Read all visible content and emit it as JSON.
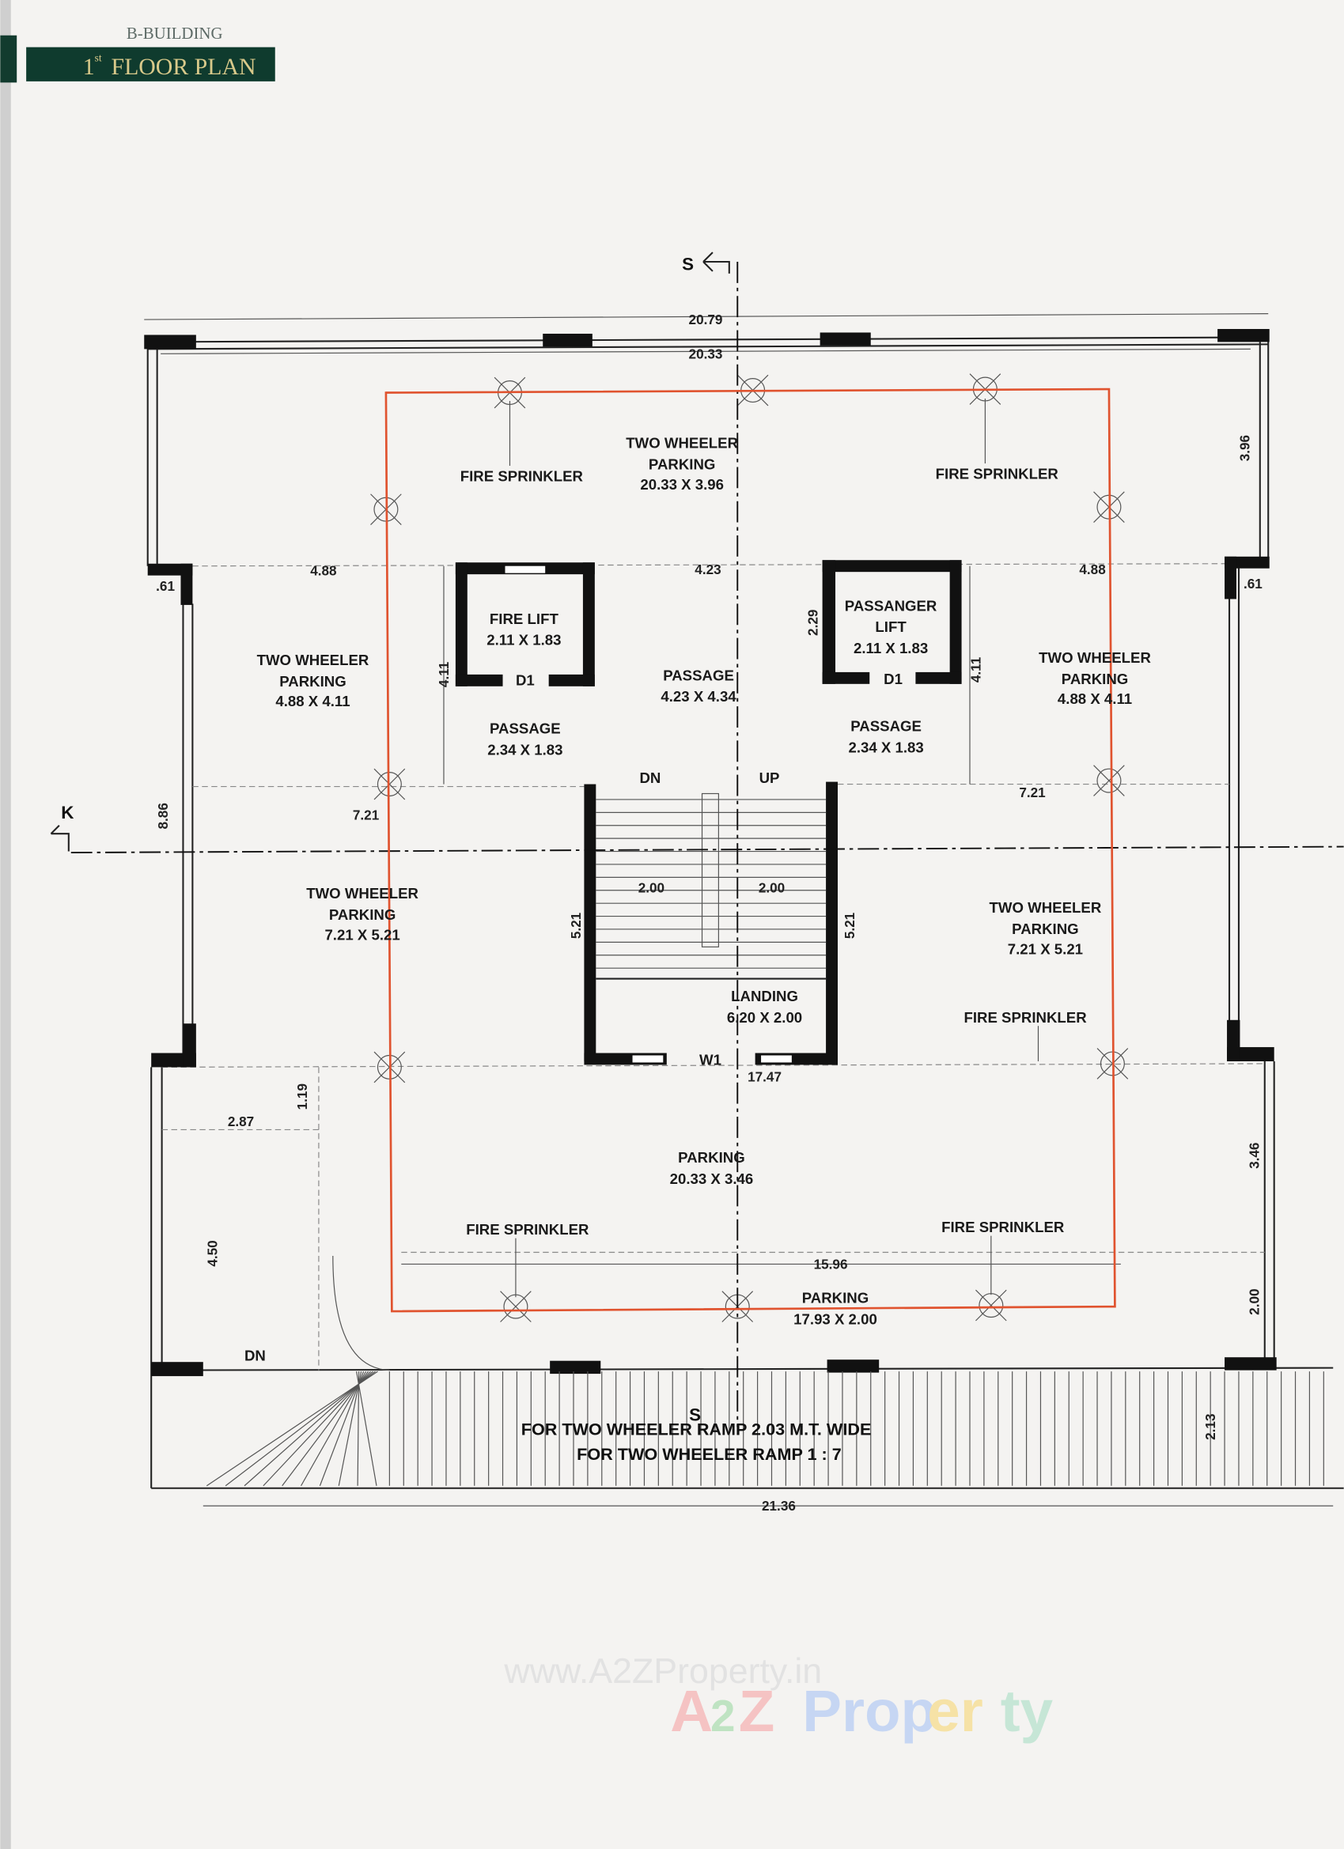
{
  "header": {
    "building": "B-BUILDING",
    "title_num": "1",
    "title_sup": "st",
    "title": "FLOOR PLAN",
    "banner_color": "#0f3b2e",
    "title_color": "#d8c98a"
  },
  "colors": {
    "outline_red": "#e0532f",
    "wall": "#111111"
  },
  "section_marks": {
    "s_top": "S",
    "s_bottom": "S",
    "k": "K"
  },
  "rooms": {
    "top_parking": [
      "TWO WHEELER",
      "PARKING",
      "20.33 X 3.96"
    ],
    "left_parking": [
      "TWO WHEELER",
      "PARKING",
      "4.88 X 4.11"
    ],
    "fire_lift": [
      "FIRE LIFT",
      "2.11 X 1.83"
    ],
    "center_passage": [
      "PASSAGE",
      "4.23 X 4.34"
    ],
    "pass_lift": [
      "PASSANGER",
      "LIFT",
      "2.11 X 1.83"
    ],
    "right_parking": [
      "TWO WHEELER",
      "PARKING",
      "4.88 X 4.11"
    ],
    "passage_left": [
      "PASSAGE",
      "2.34 X 1.83"
    ],
    "passage_right": [
      "PASSAGE",
      "2.34 X 1.83"
    ],
    "mid_left_parking": [
      "TWO WHEELER",
      "PARKING",
      "7.21 X 5.21"
    ],
    "mid_right_parking": [
      "TWO WHEELER",
      "PARKING",
      "7.21 X 5.21"
    ],
    "landing": [
      "LANDING",
      "6.20 X 2.00"
    ],
    "bottom_parking": [
      "PARKING",
      "20.33 X 3.46"
    ],
    "strip_parking": [
      "PARKING",
      "17.93 X 2.00"
    ]
  },
  "labels": {
    "fire_sprinkler": "FIRE SPRINKLER",
    "d1": "D1",
    "dn": "DN",
    "up": "UP",
    "w1": "W1",
    "ramp_wide": "FOR TWO WHEELER RAMP 2.03 M.T. WIDE",
    "ramp_slope": "FOR TWO WHEELER RAMP 1 : 7"
  },
  "dimensions": {
    "overall_top": "20.79",
    "inner_top": "20.33",
    "right_top": "3.96",
    "left_488": "4.88",
    "center_423": "4.23",
    "right_488": "4.88",
    "left_061": ".61",
    "right_061": ".61",
    "lift_229": "2.29",
    "left_411": "4.11",
    "right_411": "4.11",
    "left_886": "8.86",
    "left_721": "7.21",
    "right_721": "7.21",
    "stair_200a": "2.00",
    "stair_200b": "2.00",
    "left_521": "5.21",
    "right_521": "5.21",
    "w_1747": "17.47",
    "dim_119": "1.19",
    "dim_287": "2.87",
    "right_346": "3.46",
    "left_450": "4.50",
    "dim_1596": "15.96",
    "right_200": "2.00",
    "ramp_213": "2.13",
    "overall_bottom": "21.36"
  },
  "watermark": {
    "url": "www.A2ZProperty.in",
    "brand_a": "A",
    "brand_2": "2",
    "brand_z": "Z",
    "brand_p": "Prop",
    "brand_e": "er",
    "brand_ty": "ty"
  }
}
